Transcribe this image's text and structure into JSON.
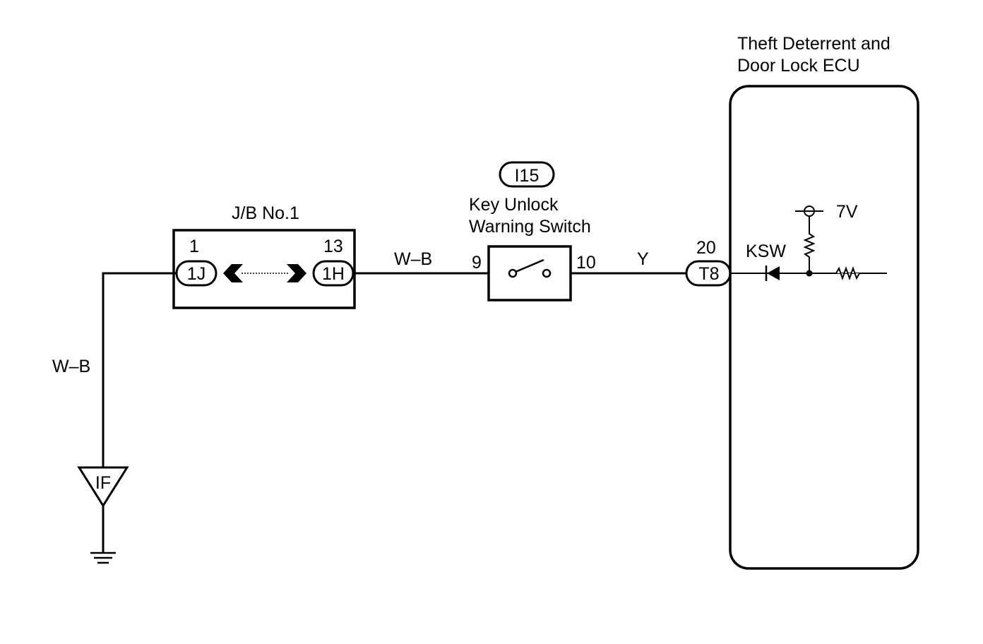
{
  "ecu": {
    "title_line1": "Theft Deterrent and",
    "title_line2": "Door Lock ECU"
  },
  "switch": {
    "connector_id": "I15",
    "name_line1": "Key Unlock",
    "name_line2": "Warning Switch",
    "pin_in": "9",
    "pin_out": "10"
  },
  "junction_block": {
    "name": "J/B No.1",
    "left_pin": "1",
    "left_connector": "1J",
    "right_pin": "13",
    "right_connector": "1H"
  },
  "wires": {
    "jb_to_switch": "W–B",
    "ground_wire": "W–B",
    "switch_to_ecu": "Y"
  },
  "ecu_terminal": {
    "pin": "20",
    "connector": "T8",
    "signal": "KSW",
    "voltage": "7V"
  },
  "ground_point": {
    "id": "IF"
  },
  "colors": {
    "line": "#000000",
    "background": "#ffffff"
  }
}
